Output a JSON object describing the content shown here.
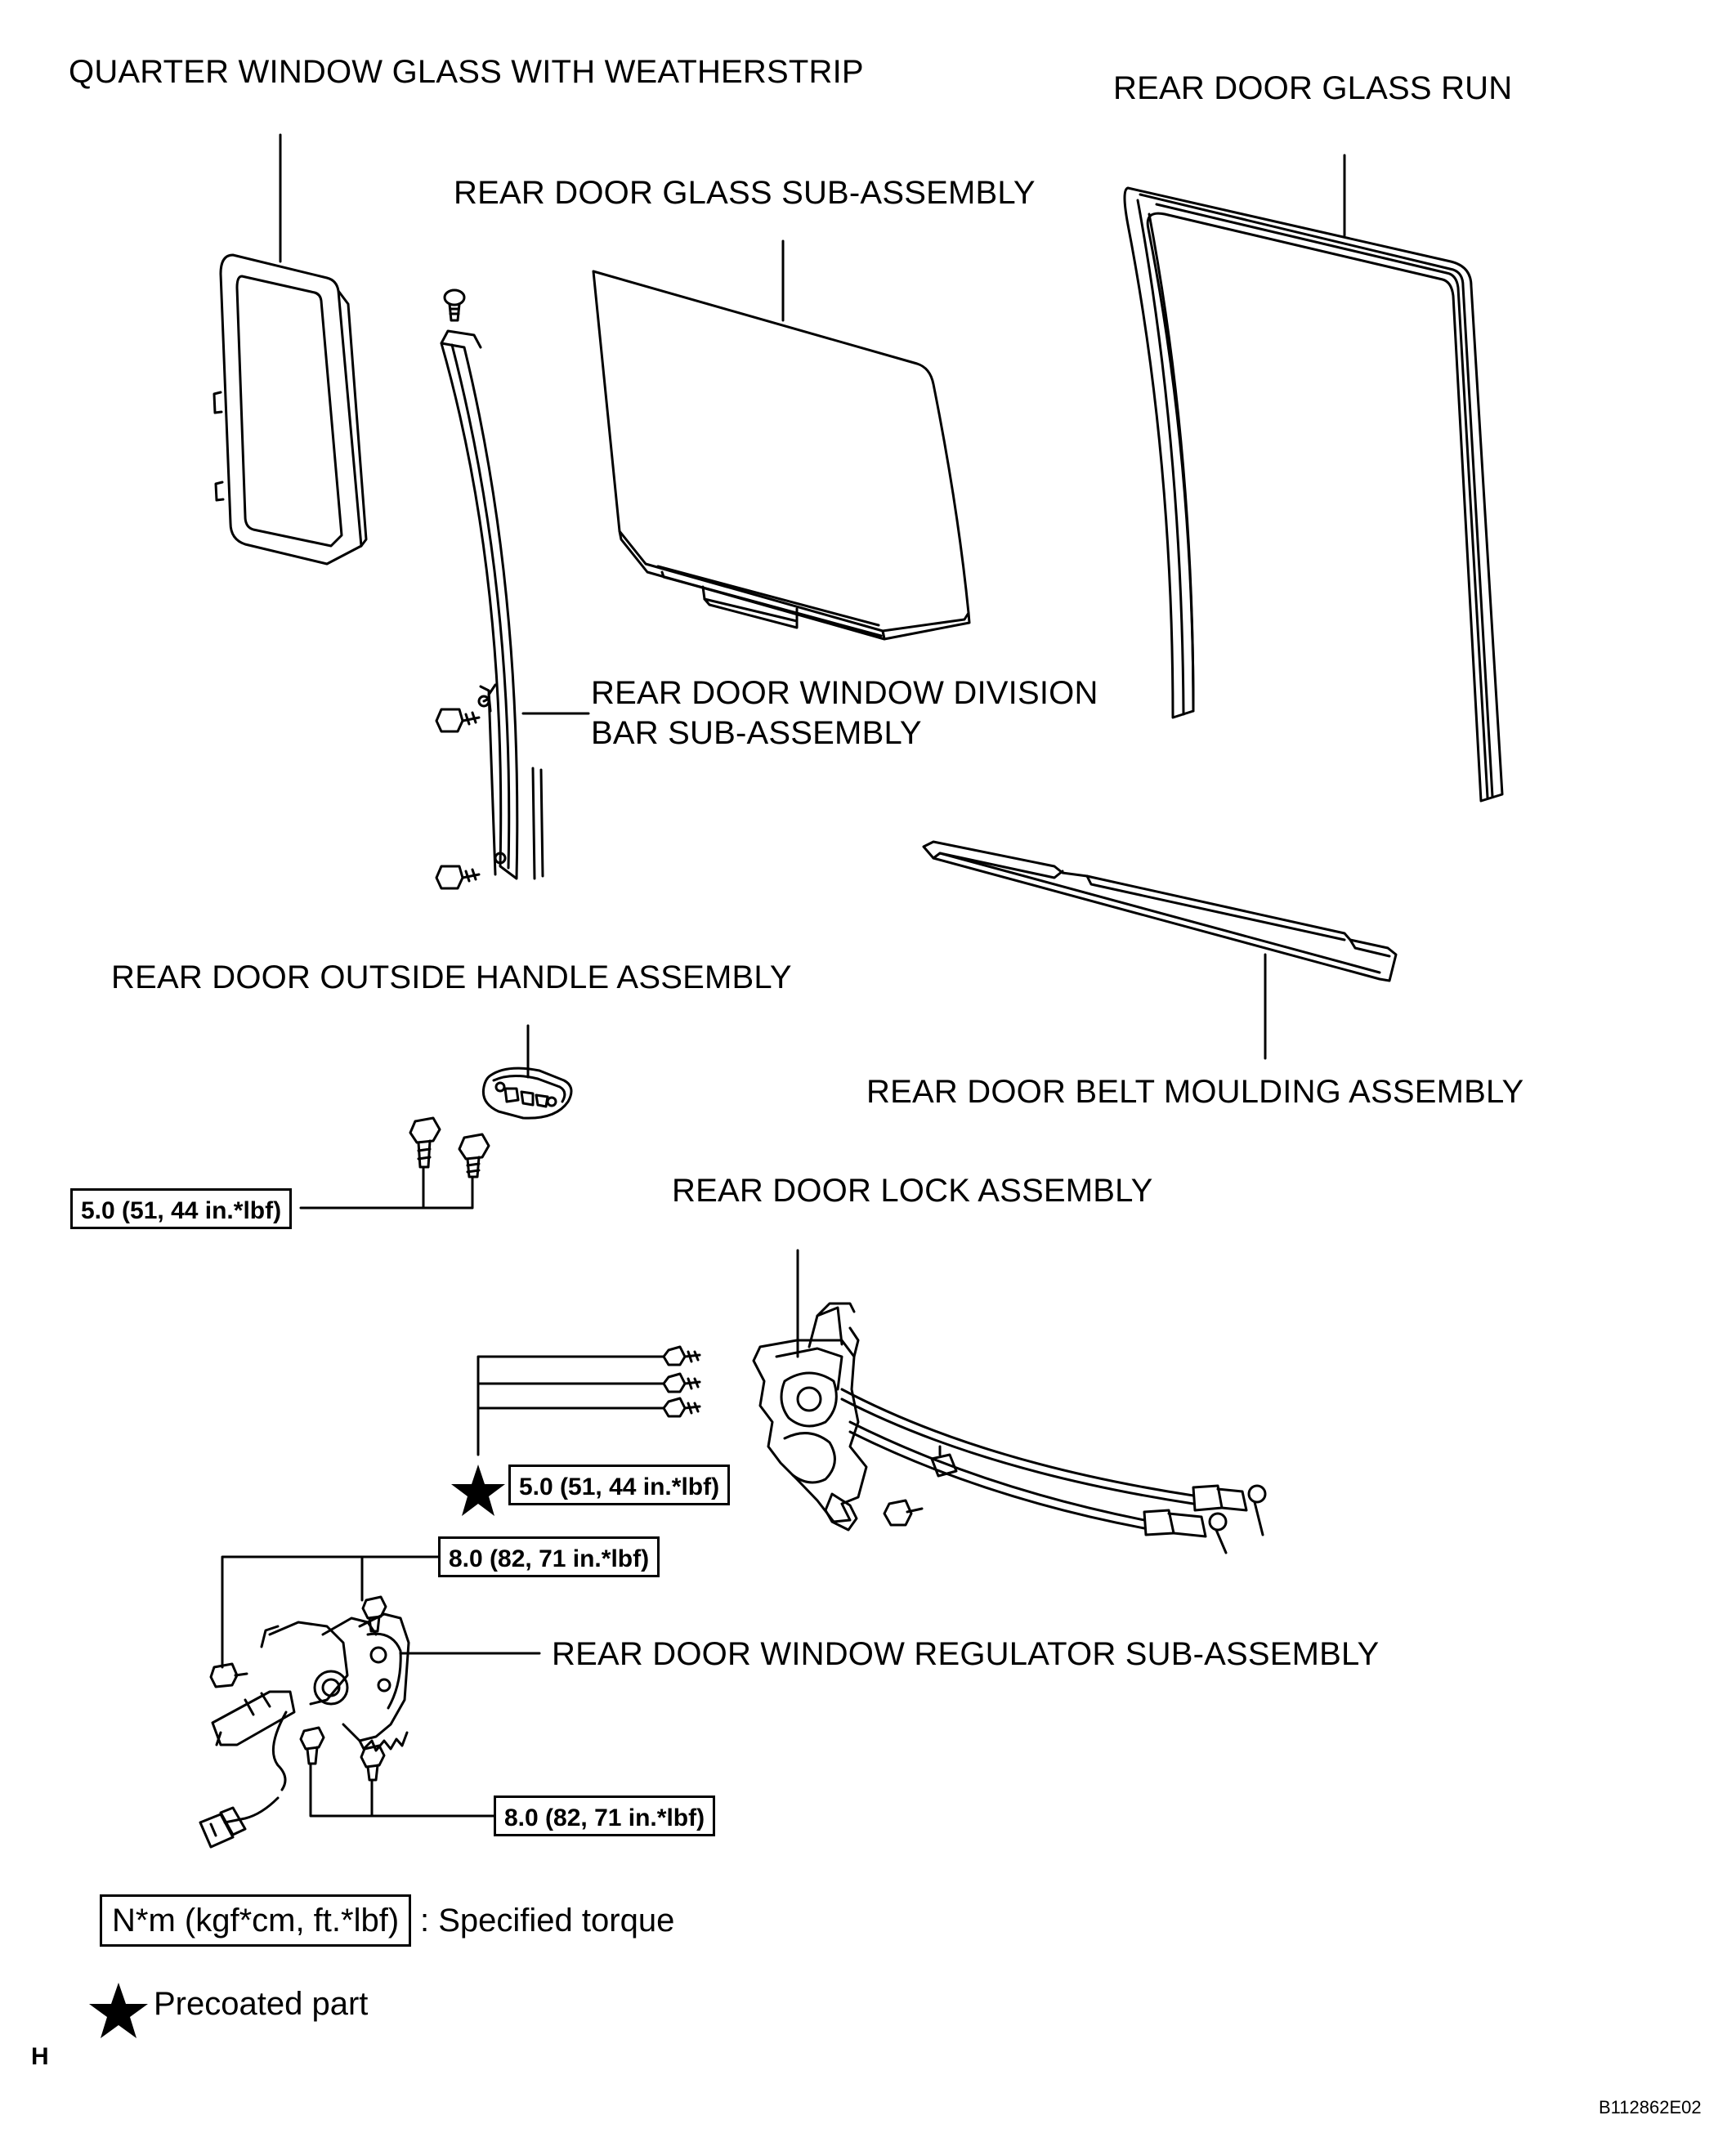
{
  "labels": {
    "quarter_window": "QUARTER WINDOW GLASS WITH WEATHERSTRIP",
    "glass_run": "REAR DOOR GLASS RUN",
    "glass_sub": "REAR DOOR GLASS SUB-ASSEMBLY",
    "division_bar_1": "REAR DOOR WINDOW DIVISION",
    "division_bar_2": "BAR SUB-ASSEMBLY",
    "outside_handle": "REAR DOOR OUTSIDE HANDLE ASSEMBLY",
    "belt_moulding": "REAR DOOR BELT MOULDING ASSEMBLY",
    "door_lock": "REAR DOOR LOCK ASSEMBLY",
    "window_regulator": "REAR DOOR WINDOW REGULATOR SUB-ASSEMBLY"
  },
  "torques": {
    "handle": "5.0 (51, 44 in.*lbf)",
    "lock": "5.0 (51, 44 in.*lbf)",
    "regulator_top": "8.0 (82, 71 in.*lbf)",
    "regulator_bottom": "8.0 (82, 71 in.*lbf)"
  },
  "legend": {
    "torque_box": "N*m (kgf*cm, ft.*lbf)",
    "torque_text": ": Specified torque",
    "precoated_text": "Precoated part",
    "star_icon": "star-icon"
  },
  "corner": {
    "left": "H",
    "right": "B112862E02"
  }
}
